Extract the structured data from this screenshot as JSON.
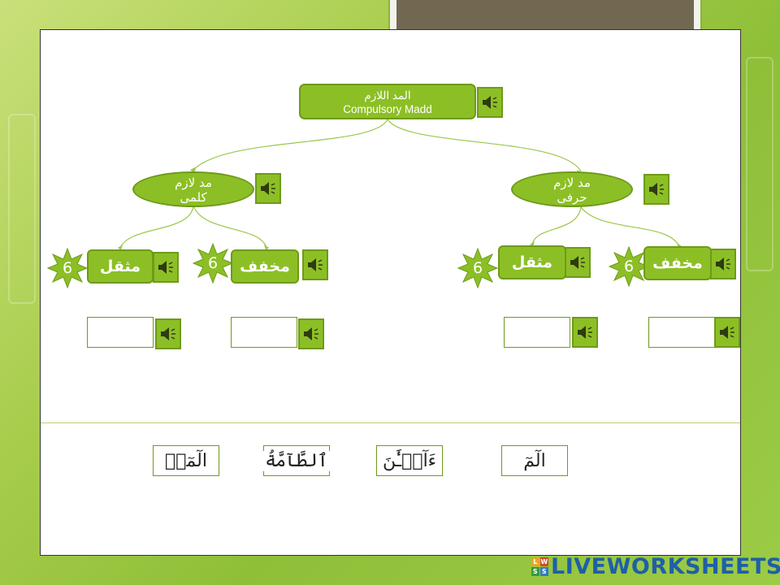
{
  "root": {
    "arabic": "المد اللازم",
    "english": "Compulsory Madd"
  },
  "branches": {
    "left_oval": {
      "line1": "مد لازم",
      "line2": "كلمى"
    },
    "right_oval": {
      "line1": "مد لازم",
      "line2": "حرفى"
    }
  },
  "leaves": {
    "left_heavy": {
      "label": "مثقل",
      "count": "6"
    },
    "left_light": {
      "label": "مخفف",
      "count": "6"
    },
    "right_heavy": {
      "label": "مثقل",
      "count": "6"
    },
    "right_light": {
      "label": "مخفف",
      "count": "6"
    }
  },
  "word_cards": [
    "الٓمٓرۚ",
    "ٱلطَّآمَّةُ",
    "ءَآلۡـَٰٔنَ",
    "الٓمٓ"
  ],
  "icons": {
    "speaker": "speaker-icon",
    "burst": "starburst-icon"
  },
  "colors": {
    "accent": "#8cbf25",
    "accent_dark": "#6e9a1a",
    "logo": "#1f5fa8"
  },
  "brand": {
    "name": "LIVEWORKSHEETS",
    "mark": [
      "L",
      "W",
      "S",
      "S"
    ]
  }
}
